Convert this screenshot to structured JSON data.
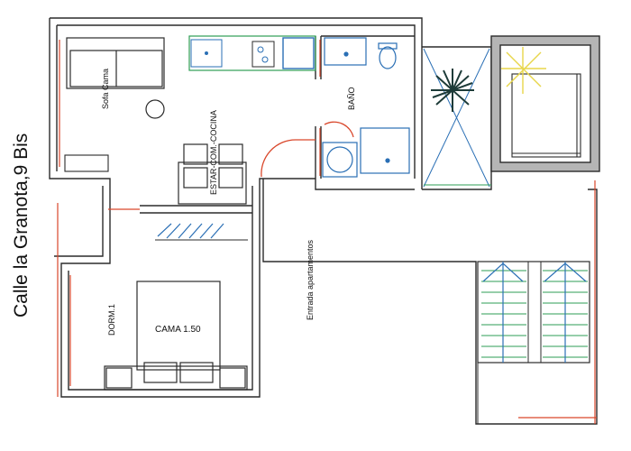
{
  "street_label": "Calle la Granota,9 Bis",
  "rooms": {
    "sofa": "Sofa Cama",
    "living": "ESTAR-COM.-COCINA",
    "bath": "BAÑO",
    "bedroom": "DORM.1",
    "bed": "CAMA 1.50",
    "entrance": "Entrada apartamentos"
  },
  "colors": {
    "wall": "#2b2b2b",
    "door_arc": "#d9472b",
    "fixtures": "#2a6fb5",
    "counter": "#2e9e55",
    "stairs": "#2e9e55",
    "plant": "#1d3b38",
    "light": "#e8d64a",
    "shaft_fill": "#b5b5b5"
  }
}
